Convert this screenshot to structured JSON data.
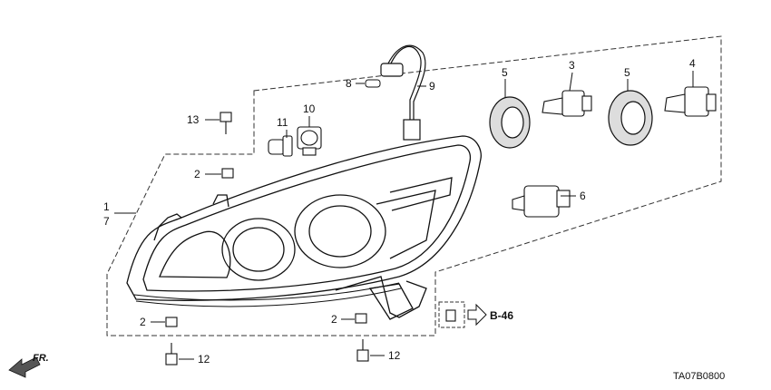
{
  "diagram": {
    "callouts": {
      "c13": "13",
      "c11": "11",
      "c10": "10",
      "c8": "8",
      "c9": "9",
      "c5a": "5",
      "c3": "3",
      "c5b": "5",
      "c4": "4",
      "c2a": "2",
      "c1": "1",
      "c7": "7",
      "c6": "6",
      "c2b": "2",
      "c2c": "2",
      "c12a": "12",
      "c12b": "12"
    },
    "reference_label": "B-46",
    "direction_label": "FR.",
    "diagram_code": "TA07B0800"
  }
}
